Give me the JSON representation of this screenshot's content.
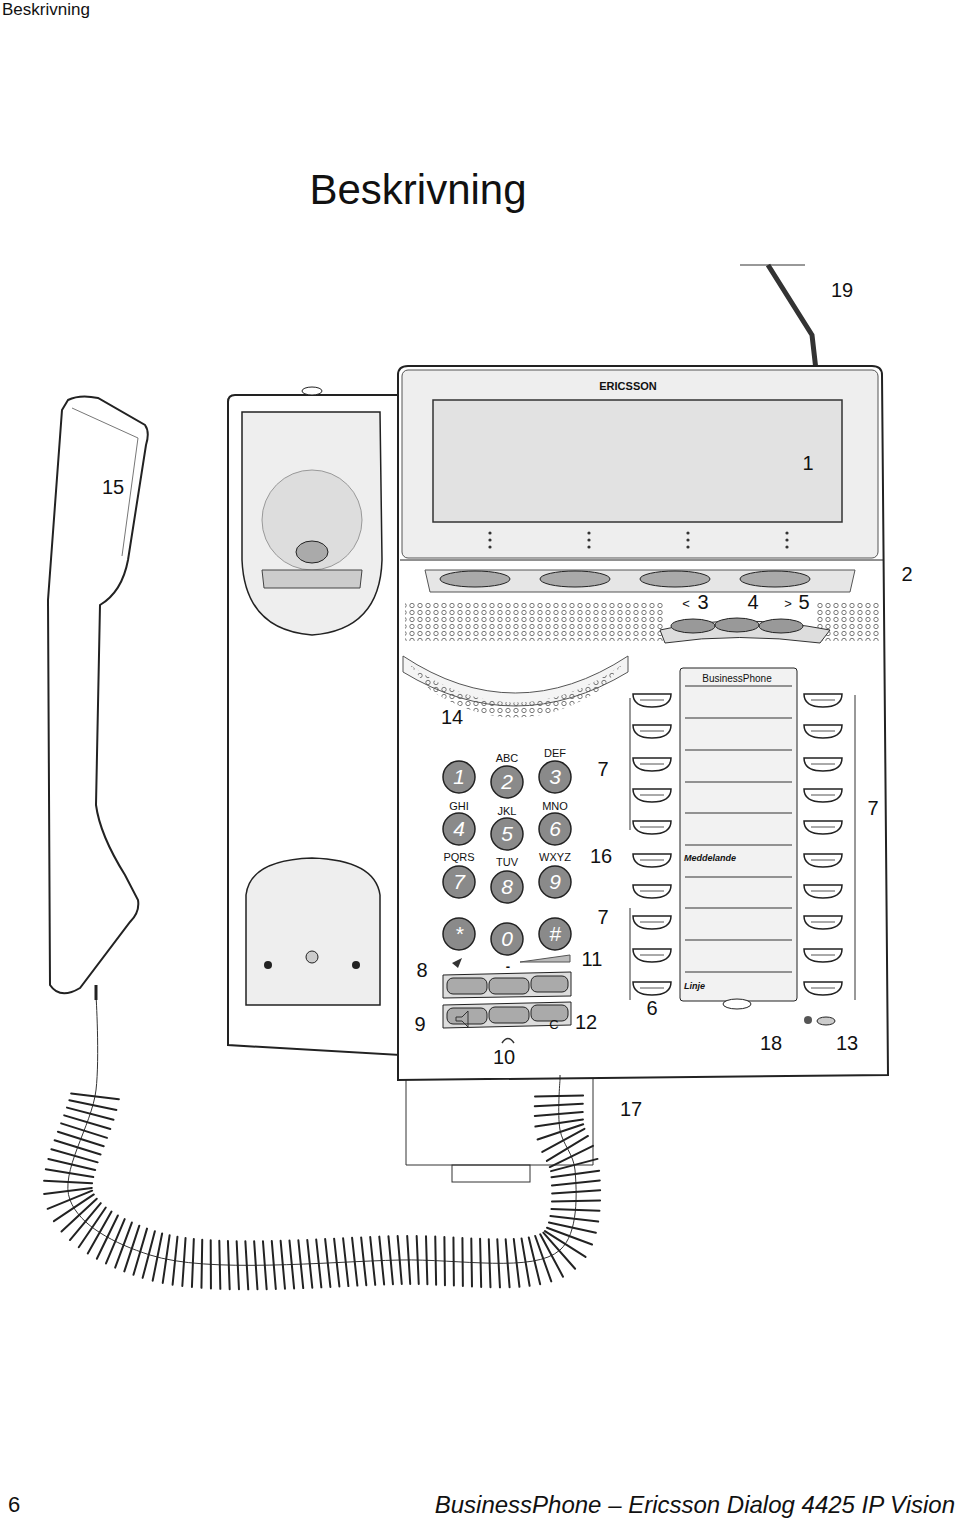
{
  "diagram": {
    "title": "Beskrivning",
    "labels": [
      "Beskrivning",
      "19",
      "1",
      "15",
      "2",
      "3",
      "4",
      "5",
      "14",
      "7",
      "7",
      "16",
      "7",
      "11",
      "8",
      "9",
      "12",
      "6",
      "10",
      "18",
      "13",
      "17",
      "1",
      "2",
      "3",
      "4",
      "5",
      "6",
      "7",
      "8",
      "9",
      "*",
      "0",
      "#",
      "ABC",
      "DEF",
      "GHI",
      "JKL",
      "MNO",
      "PQRS",
      "TUV",
      "WXYZ",
      "ERICSSON",
      "BusinessPhone",
      "Meddelande",
      "Linje",
      "C",
      "<",
      ">",
      "-",
      "6",
      "BusinessPhone – Ericsson Dialog 4425 IP Vision"
    ]
  }
}
